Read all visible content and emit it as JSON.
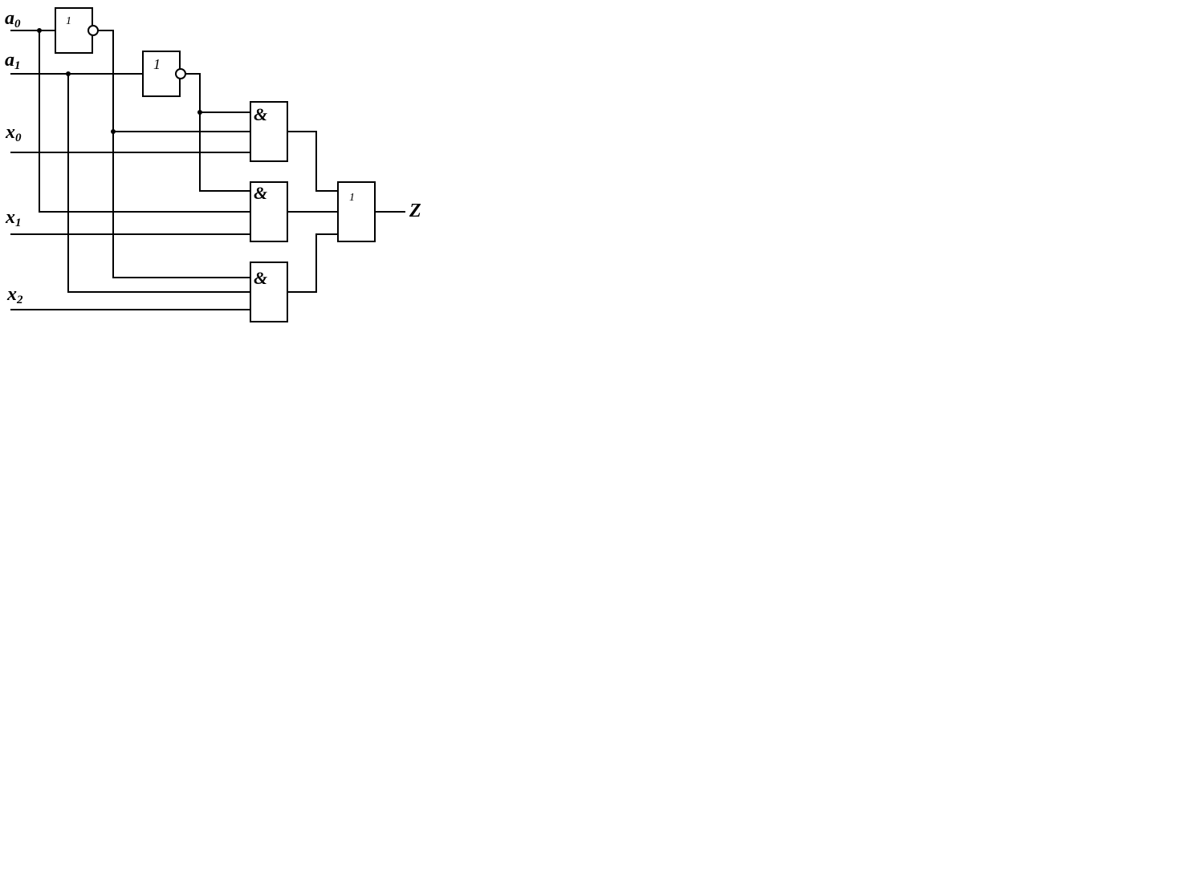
{
  "inputs": {
    "a0": {
      "main": "a",
      "sub": "0"
    },
    "a1": {
      "main": "a",
      "sub": "1"
    },
    "x0": {
      "main": "x",
      "sub": "0"
    },
    "x1": {
      "main": "x",
      "sub": "1"
    },
    "x2": {
      "main": "x",
      "sub": "2"
    }
  },
  "output": {
    "label": "Z"
  },
  "gates": {
    "not_a0": {
      "symbol": "1"
    },
    "not_a1": {
      "symbol": "1"
    },
    "and_1": {
      "symbol": "&"
    },
    "and_2": {
      "symbol": "&"
    },
    "and_3": {
      "symbol": "&"
    },
    "or_out": {
      "symbol": "1"
    }
  },
  "colors": {
    "line": "#000000",
    "background": "#ffffff"
  }
}
